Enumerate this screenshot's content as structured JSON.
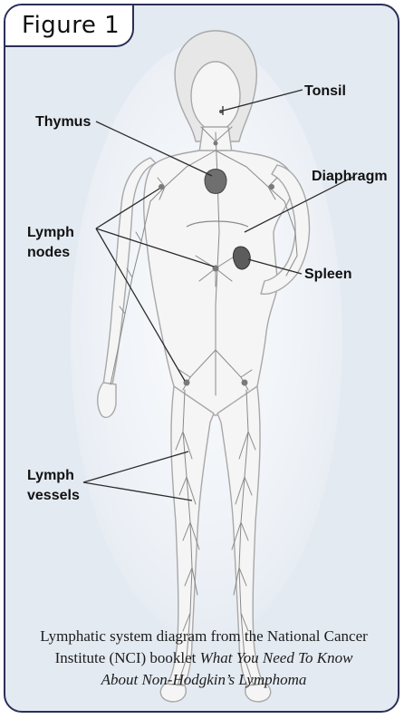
{
  "figure": {
    "title": "Figure 1"
  },
  "labels": {
    "tonsil": "Tonsil",
    "thymus": "Thymus",
    "diaphragm": "Diaphragm",
    "lymph_nodes_line1": "Lymph",
    "lymph_nodes_line2": "nodes",
    "spleen": "Spleen",
    "lymph_vessels_line1": "Lymph",
    "lymph_vessels_line2": "vessels"
  },
  "caption": {
    "line1": "Lymphatic system diagram from the National Cancer",
    "line2_plain": "Institute (NCI) booklet ",
    "line2_italic": "What You Need To Know",
    "line3_italic": "About Non-Hodgkin’s Lymphoma"
  },
  "colors": {
    "border": "#2b2f57",
    "panel": "#e4eaf2",
    "body_fill": "#f4f4f4",
    "lymph": "#8a8a8a"
  }
}
